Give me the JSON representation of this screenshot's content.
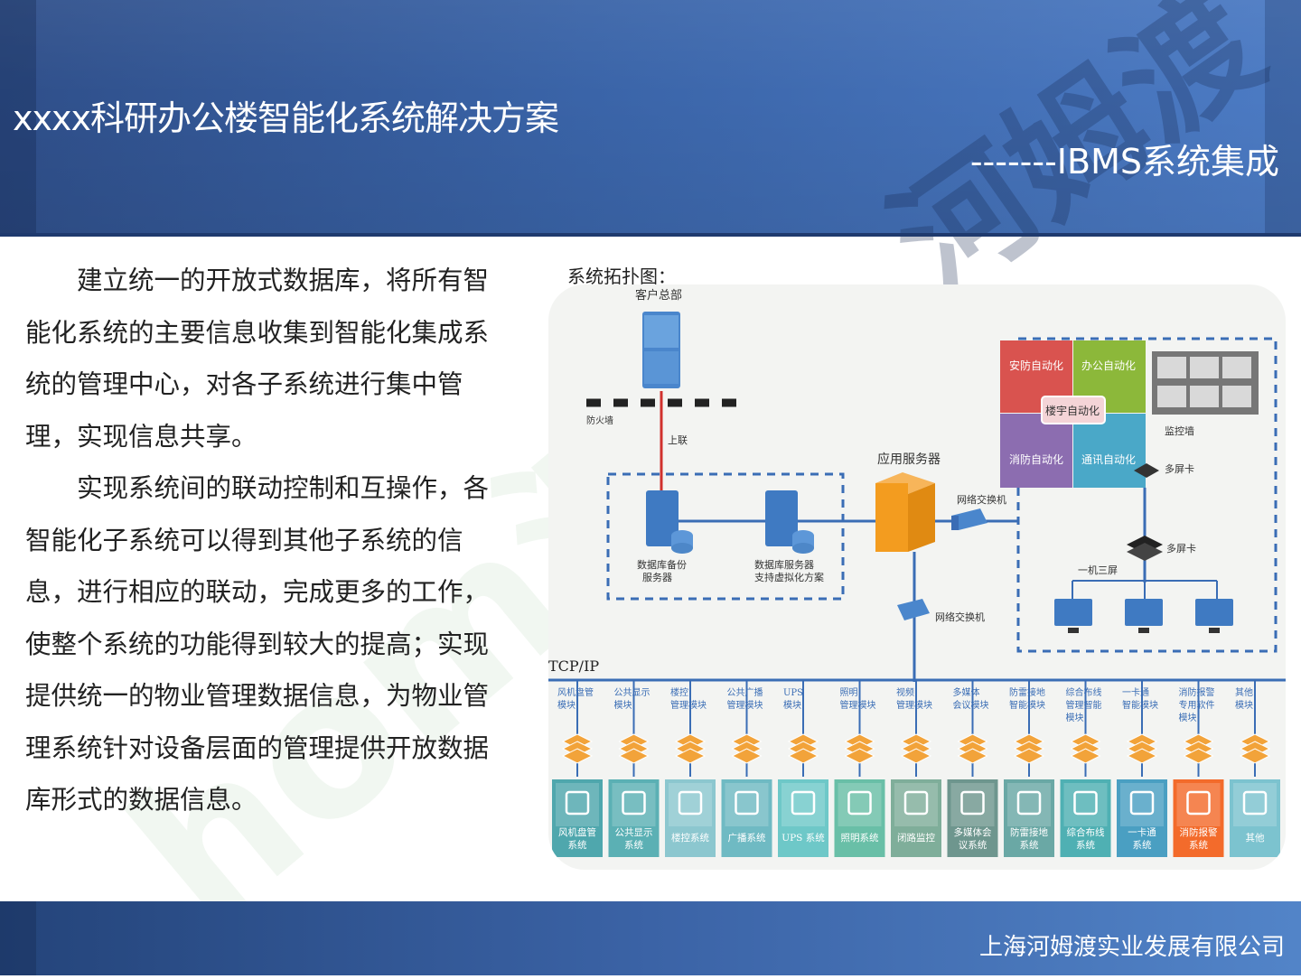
{
  "slide": {
    "title": "xxxx科研办公楼智能化系统解决方案",
    "subtitle": "-------IBMS系统集成",
    "footer_company": "上海河姆渡实业发展有限公司",
    "paragraphs": [
      "建立统一的开放式数据库，将所有智能化系统的主要信息收集到智能化集成系统的管理中心，对各子系统进行集中管理，实现信息共享。",
      "实现系统间的联动控制和互操作，各智能化子系统可以得到其他子系统的信息，进行相应的联动，完成更多的工作，使整个系统的功能得到较大的提高；实现提供统一的物业管理数据信息，为物业管理系统针对设备层面的管理提供开放数据库形式的数据信息。"
    ],
    "diagram_label": "系统拓扑图：",
    "watermark_text": "hom渡",
    "watermark_header": "河姆渡"
  },
  "diagram": {
    "customer_hq": "客户总部",
    "firewall": "防火墙",
    "uplink": "上联",
    "app_server": "应用服务器",
    "net_switch_1": "网络交换机",
    "net_switch_2": "网络交换机",
    "db_backup": [
      "数据库备份",
      "服务器"
    ],
    "db_server": [
      "数据库服务器",
      "支持虚拟化方案"
    ],
    "monitor_wall": "监控墙",
    "multiscreen_1": "多屏卡",
    "multiscreen_2": "多屏卡",
    "one_three": "一机三屏",
    "tcpip": "TCP/IP",
    "quad": {
      "tl": "安防自动化",
      "tr": "办公自动化",
      "bl": "消防自动化",
      "br": "通讯自动化",
      "center": "楼宇自动化"
    },
    "colors": {
      "quad_tl": "#d9534f",
      "quad_tr": "#8cb83a",
      "quad_bl": "#8c6db0",
      "quad_br": "#4aa8c8",
      "orange_server": "#f39c1f",
      "module": "#f2a33a",
      "dashed_blue": "#3a6db5",
      "uplink_red": "#d0312d",
      "tile_fire": "#f36b2b"
    },
    "modules": [
      [
        "风机盘管",
        "模块"
      ],
      [
        "公共显示",
        "模块"
      ],
      [
        "楼控",
        "管理模块"
      ],
      [
        "公共广播",
        "管理模块"
      ],
      [
        "UPS",
        "模块"
      ],
      [
        "照明",
        "管理模块"
      ],
      [
        "视频",
        "管理模块"
      ],
      [
        "多媒体",
        "会议模块"
      ],
      [
        "防雷接地",
        "智能模块"
      ],
      [
        "综合布线",
        "管理智能",
        "模块"
      ],
      [
        "一卡通",
        "智能模块"
      ],
      [
        "消防报警",
        "专用软件",
        "模块"
      ],
      [
        "其他",
        "模块"
      ]
    ],
    "tiles": [
      {
        "label": [
          "风机盘管",
          "系统"
        ],
        "color": "#4fa7ad",
        "icon": "cube-icon"
      },
      {
        "label": [
          "公共显示",
          "系统"
        ],
        "color": "#5bb0b4",
        "icon": "display-grid-icon"
      },
      {
        "label": [
          "楼控系统"
        ],
        "color": "#8cc7cf",
        "icon": "building-icon"
      },
      {
        "label": [
          "广播系统"
        ],
        "color": "#6fbac3",
        "icon": "megaphone-icon"
      },
      {
        "label": [
          "UPS 系统"
        ],
        "color": "#6ec8c8",
        "icon": "power-icon"
      },
      {
        "label": [
          "照明系统"
        ],
        "color": "#69bfa7",
        "icon": "bulb-icon"
      },
      {
        "label": [
          "闭路监控"
        ],
        "color": "#7fae9a",
        "icon": "camera-icon"
      },
      {
        "label": [
          "多媒体会",
          "议系统"
        ],
        "color": "#6e968e",
        "icon": "microphone-icon"
      },
      {
        "label": [
          "防雷接地",
          "系统"
        ],
        "color": "#6aa8a5",
        "icon": "cloud-lightning-icon"
      },
      {
        "label": [
          "综合布线",
          "系统"
        ],
        "color": "#4fb0b3",
        "icon": "atom-icon"
      },
      {
        "label": [
          "一卡通",
          "系统"
        ],
        "color": "#4a9fc2",
        "icon": "id-card-icon"
      },
      {
        "label": [
          "消防报警",
          "系统"
        ],
        "color": "#f36b2b",
        "icon": "extinguisher-icon"
      },
      {
        "label": [
          "其他"
        ],
        "color": "#7cc3cf",
        "icon": "dots-icon"
      }
    ]
  }
}
